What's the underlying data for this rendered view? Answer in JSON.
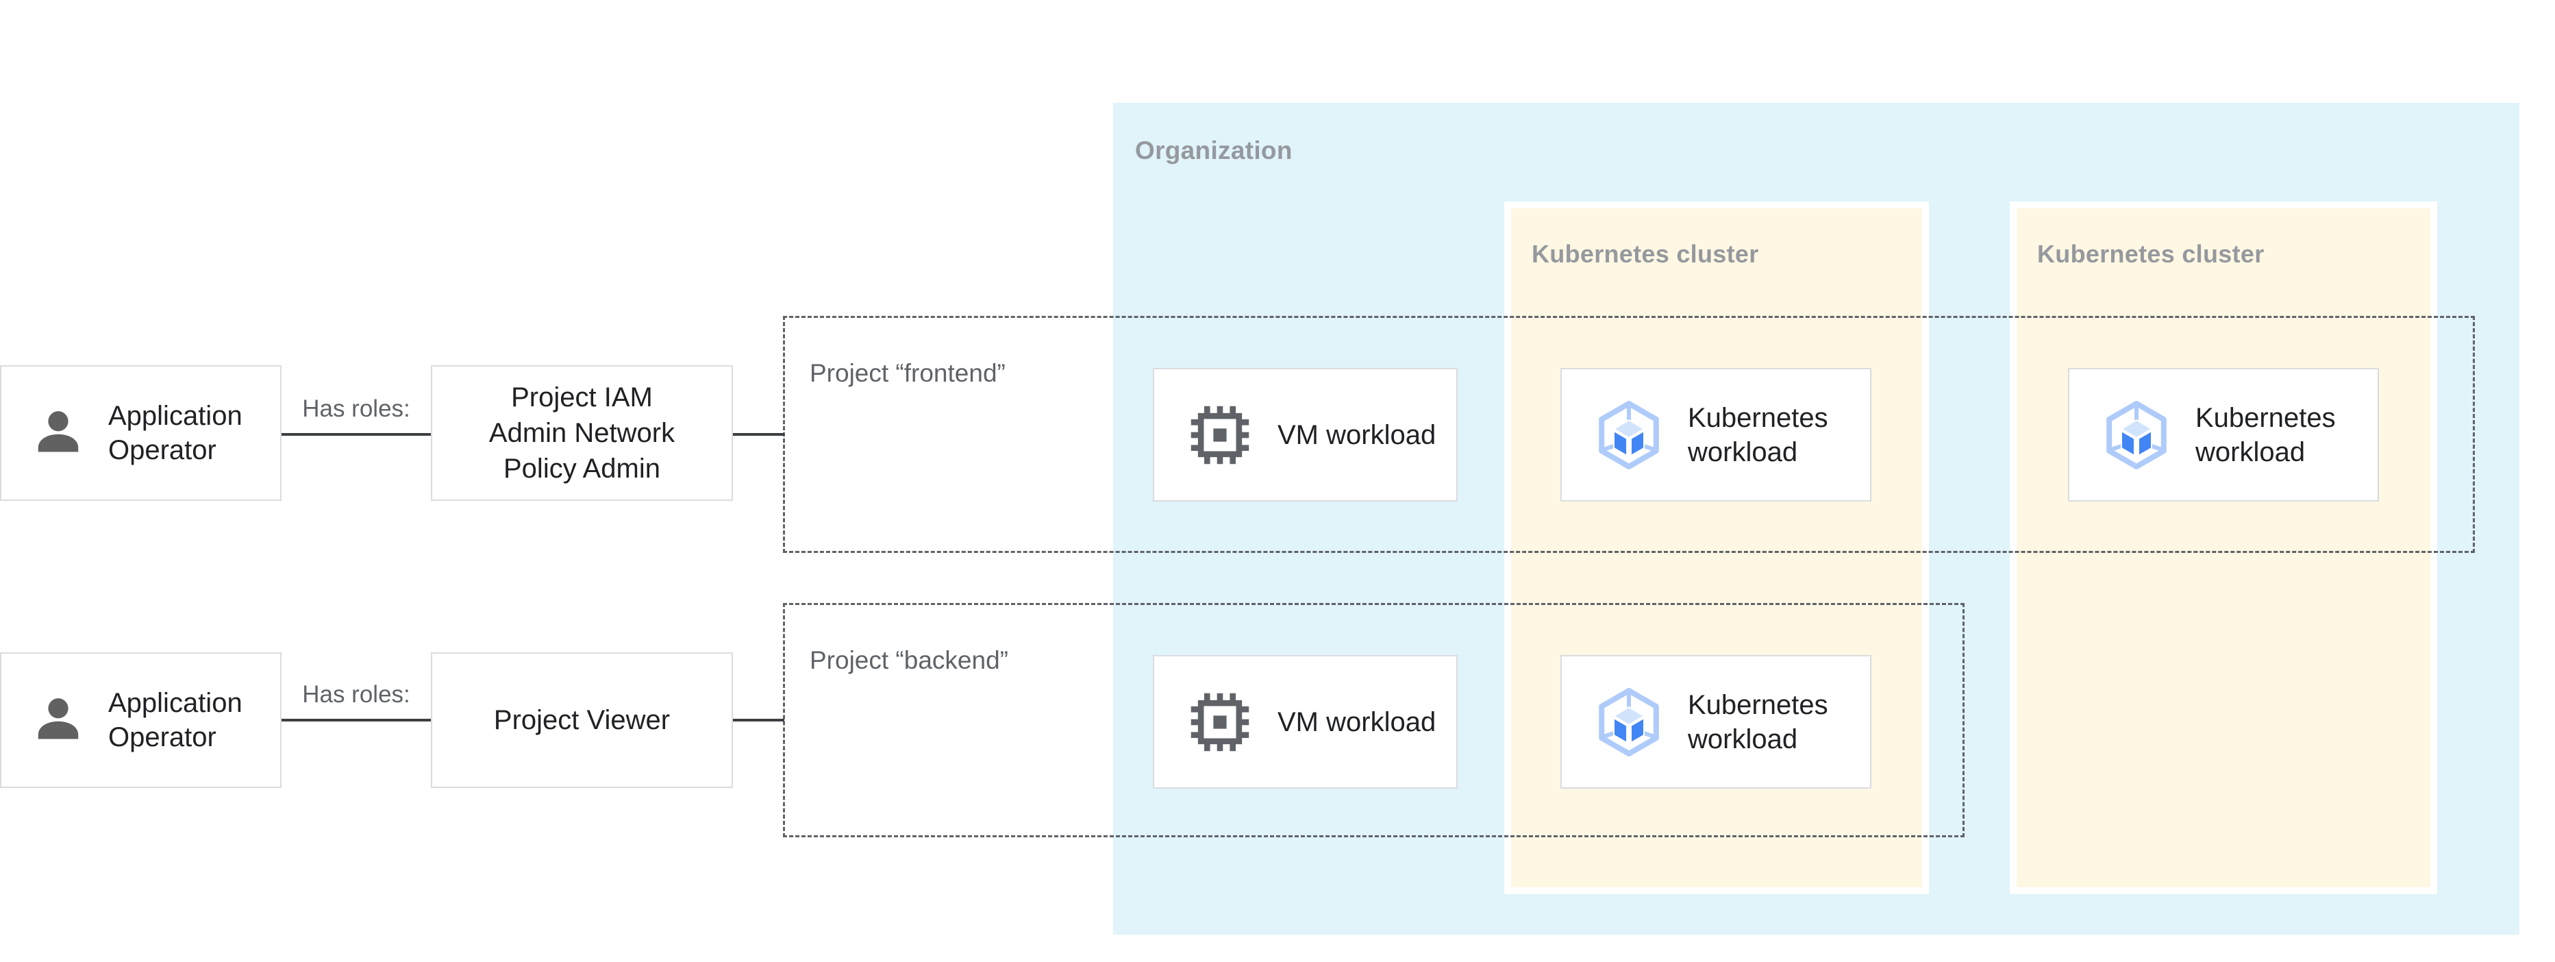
{
  "zones": {
    "organization": {
      "label": "Organization"
    },
    "clusters": [
      {
        "label": "Kubernetes cluster"
      },
      {
        "label": "Kubernetes cluster"
      }
    ],
    "projects": [
      {
        "label": "Project “frontend”"
      },
      {
        "label": "Project “backend”"
      }
    ]
  },
  "actors": [
    {
      "label": [
        "Application",
        "Operator"
      ],
      "icon": "person-icon"
    },
    {
      "label": [
        "Application",
        "Operator"
      ],
      "icon": "person-icon"
    }
  ],
  "edges": [
    {
      "label": "Has roles:"
    },
    {
      "label": "Has roles:"
    }
  ],
  "roles": [
    {
      "label": [
        "Project IAM",
        "Admin Network",
        "Policy Admin"
      ]
    },
    {
      "label": [
        "Project Viewer"
      ]
    }
  ],
  "workloads": [
    {
      "type": "vm",
      "icon": "chip-icon",
      "label": [
        "VM workload"
      ]
    },
    {
      "type": "kubernetes",
      "icon": "gke-hexagon-cube-icon",
      "label": [
        "Kubernetes",
        "workload"
      ]
    },
    {
      "type": "kubernetes",
      "icon": "gke-hexagon-cube-icon",
      "label": [
        "Kubernetes",
        "workload"
      ]
    },
    {
      "type": "vm",
      "icon": "chip-icon",
      "label": [
        "VM workload"
      ]
    },
    {
      "type": "kubernetes",
      "icon": "gke-hexagon-cube-icon",
      "label": [
        "Kubernetes",
        "workload"
      ]
    }
  ],
  "colors": {
    "organization_bg": "#E0F4FA",
    "cluster_bg": "#FEF7E3",
    "node_border": "#DADCE0",
    "edge_line": "#3C4043",
    "zone_label": "#95999E",
    "muted_label": "#5F6368",
    "node_text": "#202124",
    "icon_gray": "#616161",
    "gke_hexagon": "#AECBFA",
    "gke_cube_face": "#4285F4",
    "gke_cube_top": "#D2E3FC"
  }
}
